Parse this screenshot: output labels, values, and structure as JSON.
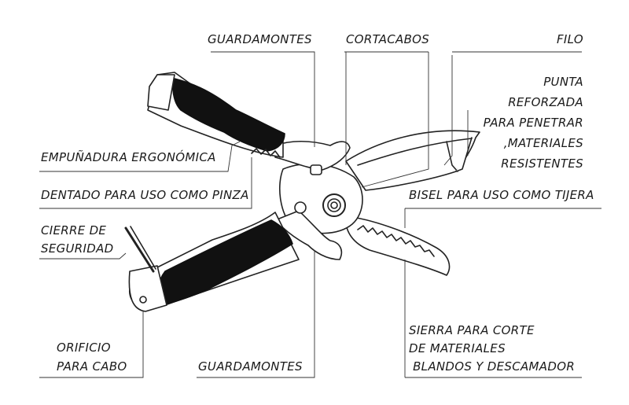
{
  "labels": {
    "guardamontes_top": "GUARDAMONTES",
    "cortacabos": "CORTACABOS",
    "filo": "FILO",
    "punta": [
      "PUNTA",
      "REFORZADA",
      "PARA PENETRAR",
      ",MATERIALES",
      "RESISTENTES"
    ],
    "empunadura": "EMPUÑADURA ERGONÓMICA",
    "dentado": "DENTADO PARA USO COMO PINZA",
    "bisel": "BISEL PARA USO COMO TIJERA",
    "cierre": [
      "CIERRE DE",
      "SEGURIDAD"
    ],
    "orificio": [
      "ORIFICIO",
      "PARA CABO"
    ],
    "guardamontes_bottom": "GUARDAMONTES",
    "sierra": [
      "SIERRA PARA CORTE",
      "DE MATERIALES",
      " BLANDOS Y DESCAMADOR"
    ]
  },
  "colors": {
    "ink": "#1a1a1a",
    "line": "#333333",
    "grip": "#111111",
    "body": "#ffffff"
  }
}
